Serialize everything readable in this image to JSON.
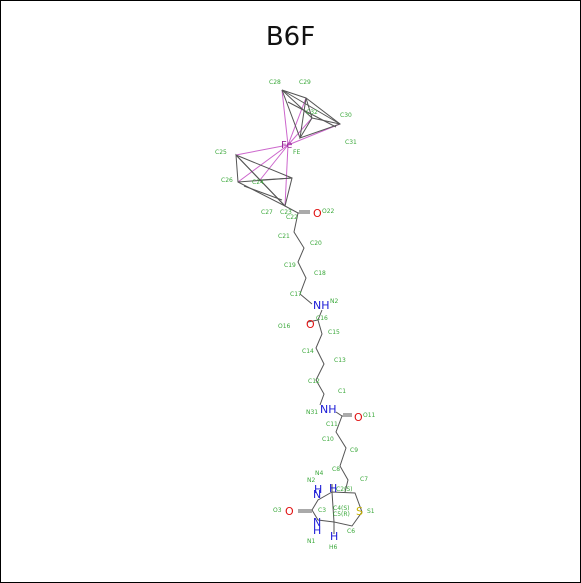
{
  "title": "B6F",
  "elements": {
    "fe": "Fe",
    "n": "N",
    "nh": "NH",
    "h": "H",
    "o": "O",
    "s": "S"
  },
  "atom_labels": {
    "C28": "C28",
    "C29": "C29",
    "C32": "C32",
    "C30": "C30",
    "C31": "C31",
    "FE": "FE",
    "C25": "C25",
    "C26": "C26",
    "C24": "C24",
    "C27": "C27",
    "C23": "C23",
    "C22": "C22",
    "O22": "O22",
    "C21": "C21",
    "C20": "C20",
    "C19": "C19",
    "C18": "C18",
    "C17": "C17",
    "N2": "N2",
    "C16": "C16",
    "O16": "O16",
    "C15": "C15",
    "C14": "C14",
    "C13": "C13",
    "C12": "C12",
    "C1": "C1",
    "N31": "N31",
    "C11": "C11",
    "O11": "O11",
    "C10": "C10",
    "C9": "C9",
    "C8": "C8",
    "C7": "C7",
    "C2S": "C2(S)",
    "C4S": "C4(S)",
    "C5R": "C5(R)",
    "N4": "N4",
    "N2b": "N2",
    "C3": "C3",
    "O3": "O3",
    "N1": "N1",
    "S1": "S1",
    "C6": "C6",
    "H6": "H6"
  }
}
